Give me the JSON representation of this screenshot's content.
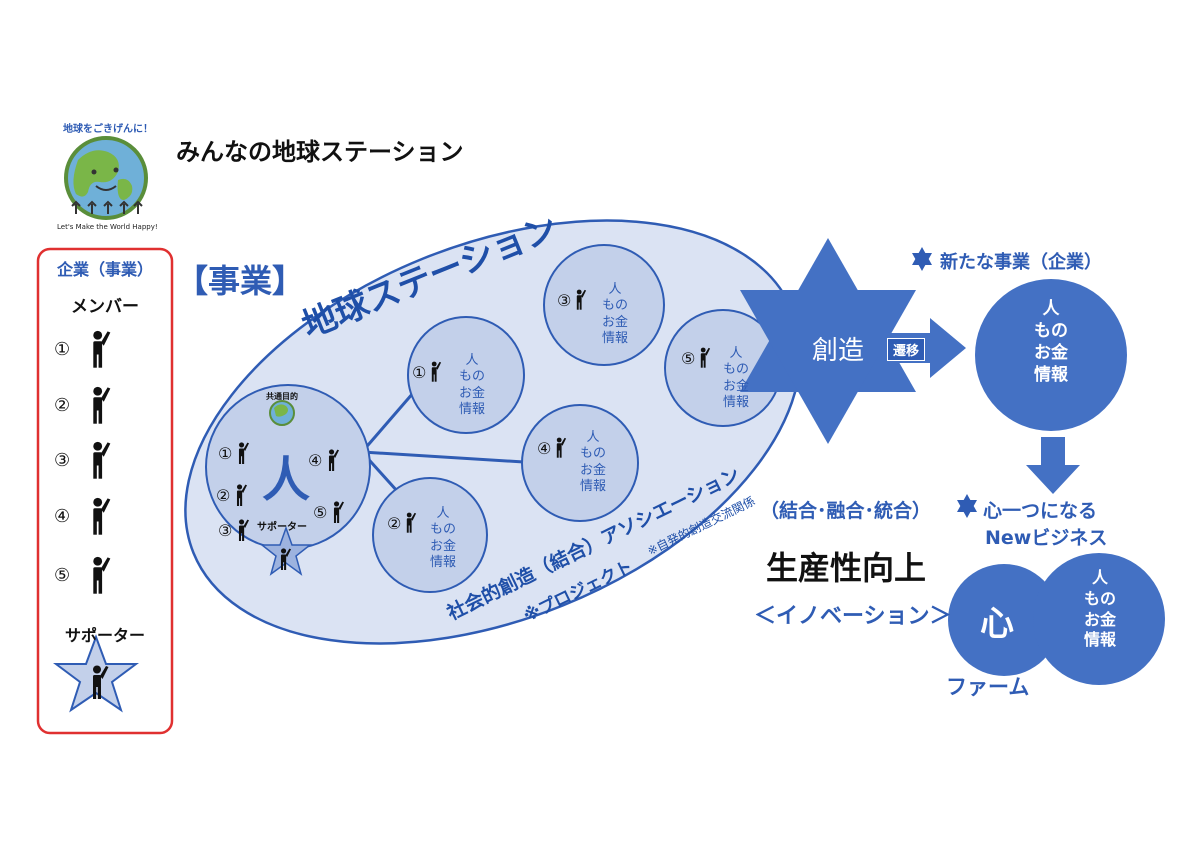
{
  "header": {
    "title": "みんなの地球ステーション",
    "logo": {
      "arc_text": "地球をごきげんに！",
      "caption": "Let's Make the World Happy!"
    }
  },
  "sidebar": {
    "heading": "企業（事業）",
    "members_label": "メンバー",
    "members": [
      "①",
      "②",
      "③",
      "④",
      "⑤"
    ],
    "supporter_label": "サポーター",
    "border_color": "#e03030"
  },
  "section_label": "【事業】",
  "station": {
    "arc_label": "地球ステーション",
    "hub": {
      "small_label": "共通目的",
      "big_char": "人",
      "supporter_label": "サポーター",
      "slots": [
        "①",
        "②",
        "③",
        "④",
        "⑤"
      ]
    },
    "resources": [
      "人",
      "もの",
      "お金",
      "情報"
    ],
    "circles": [
      {
        "number": "①"
      },
      {
        "number": "②"
      },
      {
        "number": "③"
      },
      {
        "number": "④"
      },
      {
        "number": "⑤"
      }
    ],
    "association_main": "社会的創造（結合）アソシエーション",
    "association_note1": "※プロジェクト",
    "association_note2": "※自発的創造交流関係"
  },
  "creation": {
    "star_label": "創造",
    "arrow_label": "遷移"
  },
  "new_business": {
    "heading": "新たな事業（企業）",
    "resources": [
      "人",
      "もの",
      "お金",
      "情報"
    ]
  },
  "combination": "（結合･融合･統合）",
  "productivity": "生産性向上",
  "innovation": "＜イノベーション＞",
  "unified": {
    "heading": "心一つになる",
    "subheading": "Newビジネス",
    "heart": "心",
    "farm": "ファーム",
    "resources": [
      "人",
      "もの",
      "お金",
      "情報"
    ]
  },
  "colors": {
    "primary": "#2f5cb4",
    "ellipse_fill": "#dbe3f3",
    "circle_fill": "#c3d0ea",
    "star_fill": "#4471c4"
  }
}
